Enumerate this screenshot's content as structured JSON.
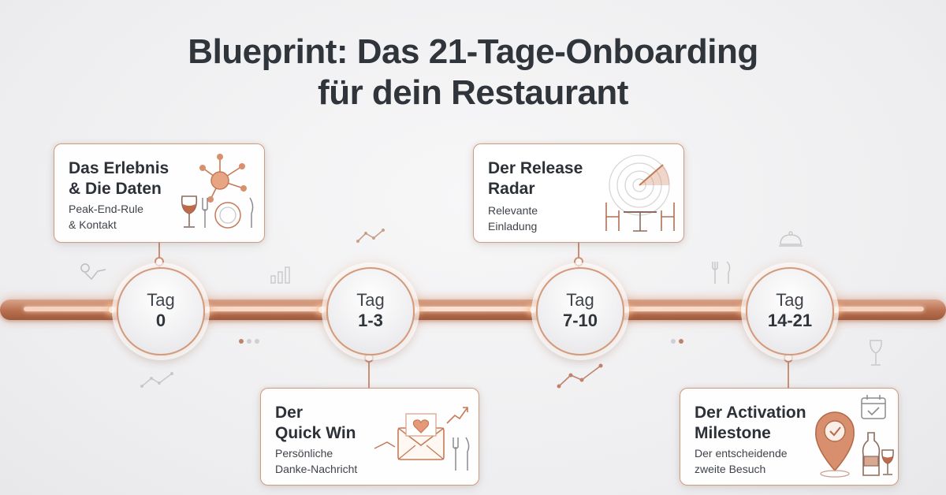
{
  "title": {
    "line1": "Blueprint: Das 21-Tage-Onboarding",
    "line2": "für dein Restaurant"
  },
  "stages": [
    {
      "label": "Tag",
      "value": "0",
      "card_title_1": "Das Erlebnis",
      "card_title_2": "& Die Daten",
      "card_sub_1": "Peak-End-Rule",
      "card_sub_2": "& Kontakt",
      "icon": "network-wine-plate-icon"
    },
    {
      "label": "Tag",
      "value": "1-3",
      "card_title_1": "Der",
      "card_title_2": "Quick Win",
      "card_sub_1": "Persönliche",
      "card_sub_2": "Danke-Nachricht",
      "icon": "heart-envelope-icon"
    },
    {
      "label": "Tag",
      "value": "7-10",
      "card_title_1": "Der Release",
      "card_title_2": "Radar",
      "card_sub_1": "Relevante",
      "card_sub_2": "Einladung",
      "icon": "radar-table-icon"
    },
    {
      "label": "Tag",
      "value": "14-21",
      "card_title_1": "Der Activation",
      "card_title_2": "Milestone",
      "card_sub_1": "Der entscheidende",
      "card_sub_2": "zweite Besuch",
      "icon": "location-pin-calendar-icon"
    }
  ],
  "colors": {
    "accent": "#c47a57",
    "track_light": "#f6d2bd",
    "text_dark": "#30343b",
    "card_border": "#cf9b80"
  }
}
